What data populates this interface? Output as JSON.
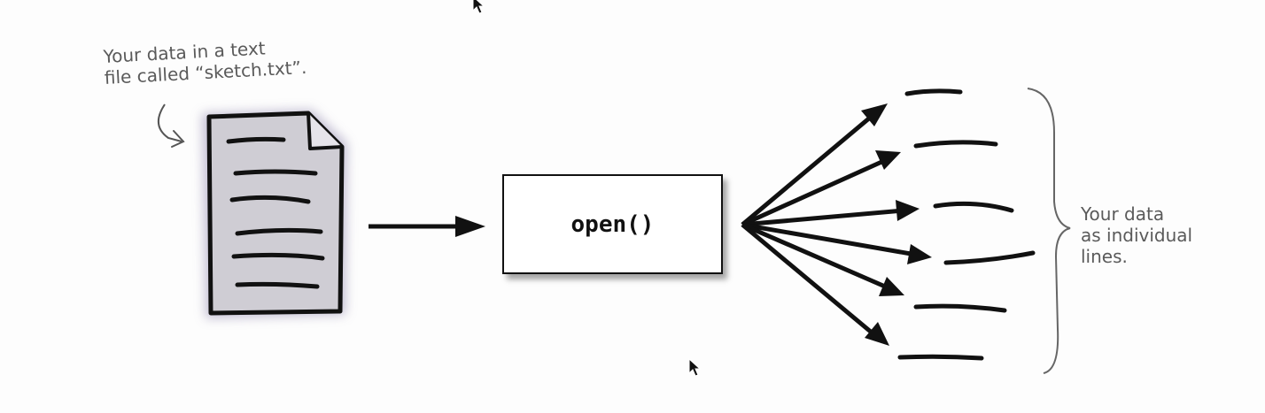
{
  "diagram": {
    "file_note": {
      "lines": [
        "Your data in a text",
        "file called “sketch.txt”."
      ]
    },
    "function_box": {
      "label": "open()"
    },
    "output_note": {
      "lines": [
        "Your data",
        "as individual",
        "lines."
      ]
    },
    "icons": {
      "document": "text-file-icon",
      "cursor": "mouse-pointer-icon"
    },
    "colors": {
      "ink": "#111111",
      "annotation": "#5a5a5a",
      "paper": "#c9c7cf",
      "paper_shadow": "#b9b4cc"
    }
  }
}
